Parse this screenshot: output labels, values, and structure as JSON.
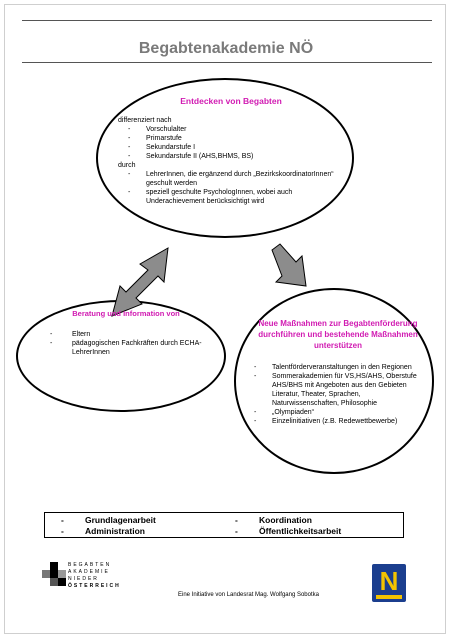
{
  "title": "Begabtenakademie NÖ",
  "top_circle": {
    "heading": "Entdecken von Begabten",
    "intro": "differenziert nach",
    "items": [
      "Vorschulalter",
      "Primarstufe",
      "Sekundarstufe I",
      "Sekundarstufe II (AHS,BHMS, BS)"
    ],
    "connector": "durch",
    "items2": [
      "LehrerInnen, die ergänzend durch „BezirkskoordinatorInnen“ geschult werden",
      "speziell geschulte PsychologInnen, wobei auch Underachievement berücksichtigt wird"
    ]
  },
  "left_circle": {
    "heading": "Beratung und Information von",
    "items": [
      "Eltern",
      "pädagogischen Fachkräften durch ECHA-LehrerInnen"
    ]
  },
  "right_circle": {
    "heading": "Neue Maßnahmen zur Begabtenförderung durchführen und bestehende Maßnahmen unterstützen",
    "items": [
      "Talentförderveranstaltungen in den Regionen",
      "Sommerakademien für VS,HS/AHS, Oberstufe AHS/BHS mit Angeboten aus  den Gebieten Literatur, Theater, Sprachen, Naturwissenschaften, Philosophie",
      "„Olympiaden“",
      "Einzelinitiativen (z.B. Redewettbewerbe)"
    ]
  },
  "bottom_box": {
    "dash": "-",
    "items": [
      "Grundlagenarbeit",
      "Koordination",
      "Administration",
      "Öffentlichkeitsarbeit"
    ]
  },
  "logo_left": {
    "lines": [
      "BEGABTEN",
      "AKADEMIE",
      "NIEDER",
      "ÖSTERREICH"
    ]
  },
  "logo_right": {
    "letter": "N"
  },
  "footer": "Eine Initiative von Landesrat Mag. Wolfgang Sobotka",
  "colors": {
    "accent": "#d11bb2",
    "arrow_gray": "#8c8c8c",
    "logo_blue": "#1b3e8e",
    "logo_yellow": "#f3c300"
  }
}
